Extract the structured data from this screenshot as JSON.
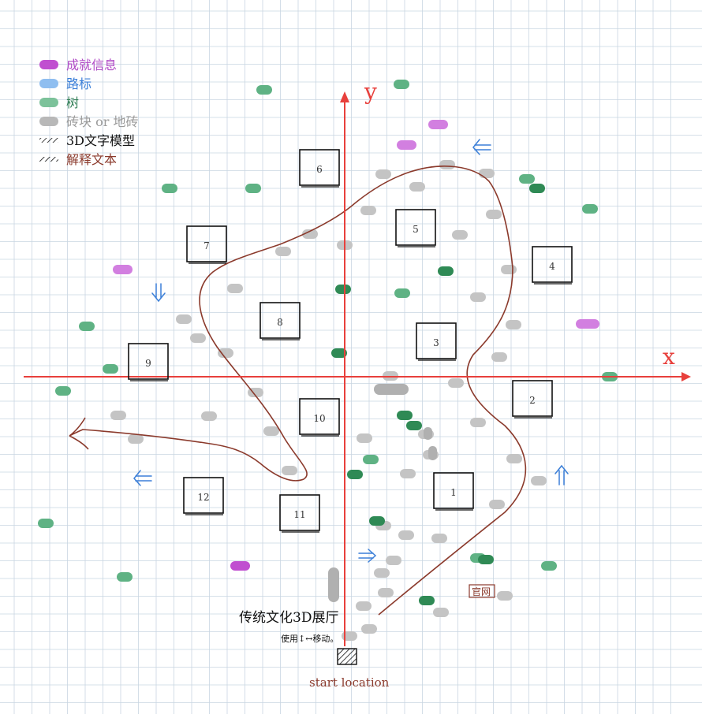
{
  "legend": [
    {
      "label": "成就信息",
      "color": "#c04fd0",
      "text_color": "#b04ac6",
      "swatch": "pill"
    },
    {
      "label": "路标",
      "color": "#8fbef0",
      "text_color": "#3b7fd8",
      "swatch": "pill"
    },
    {
      "label": "树",
      "color": "#7cc29a",
      "text_color": "#2f7d54",
      "swatch": "pill"
    },
    {
      "label": "砖块 or 地砖",
      "color": "#b8b8b8",
      "text_color": "#9a9a9a",
      "swatch": "pill"
    },
    {
      "label": "3D文字模型",
      "color": "#111111",
      "text_color": "#111111",
      "swatch": "hatch"
    },
    {
      "label": "解释文本",
      "color": "#8b3a2c",
      "text_color": "#8b3a2c",
      "swatch": "hatch"
    }
  ],
  "axes": {
    "x_label": "x",
    "y_label": "y",
    "color": "#e8403c"
  },
  "rooms": [
    "1",
    "2",
    "3",
    "4",
    "5",
    "6",
    "7",
    "8",
    "9",
    "10",
    "11",
    "12"
  ],
  "notes": {
    "main": "传统文化3D展厅",
    "sub": "使用↕↔移动。",
    "start": "start location",
    "website": "官网"
  },
  "colors": {
    "grid": "#c9d6e2",
    "route": "#8b3a2c",
    "arrow": "#3b7fd8",
    "box": "#111111",
    "achievement": "#c04fd0",
    "tree": "#5fb284",
    "tree_dark": "#2f8a55",
    "brick": "#c4c4c4"
  }
}
